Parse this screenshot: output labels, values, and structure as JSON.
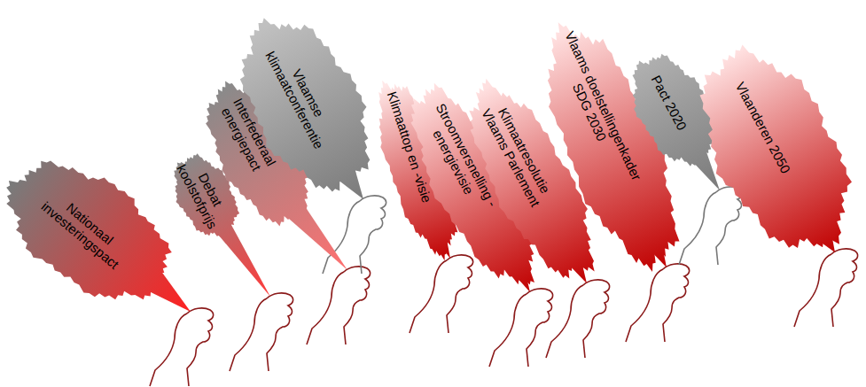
{
  "diagram": {
    "nodes": [
      {
        "text": [
          "Nationaal investeringspact"
        ]
      },
      {
        "text": [
          "Debat koolstofprijs"
        ]
      },
      {
        "text": [
          "Interfederaal energiepact"
        ]
      },
      {
        "text": [
          "Vlaamse klimaatconferentie"
        ]
      },
      {
        "text": [
          "Klimaattop en -visie"
        ]
      },
      {
        "text": [
          "Stroomversnelling - energievisie"
        ]
      },
      {
        "text": [
          "Klimaatresolutie Vlaams Parlement"
        ]
      },
      {
        "text": [
          "Vlaams doelstellingenkader SDG 2030"
        ]
      },
      {
        "text": [
          "Pact 2020"
        ]
      },
      {
        "text": [
          "Vlaanderen 2050"
        ]
      }
    ]
  }
}
